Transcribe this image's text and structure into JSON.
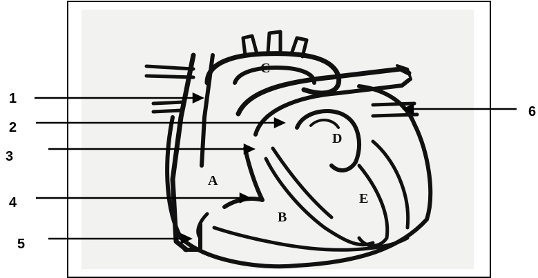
{
  "diagram": {
    "pointer_numbers": [
      "1",
      "2",
      "3",
      "4",
      "5",
      "6"
    ],
    "region_letters": [
      "A",
      "B",
      "C",
      "D",
      "E"
    ]
  },
  "colors": {
    "ink": "#111111",
    "paper": "#f2f2f0",
    "frame": "#000000"
  }
}
